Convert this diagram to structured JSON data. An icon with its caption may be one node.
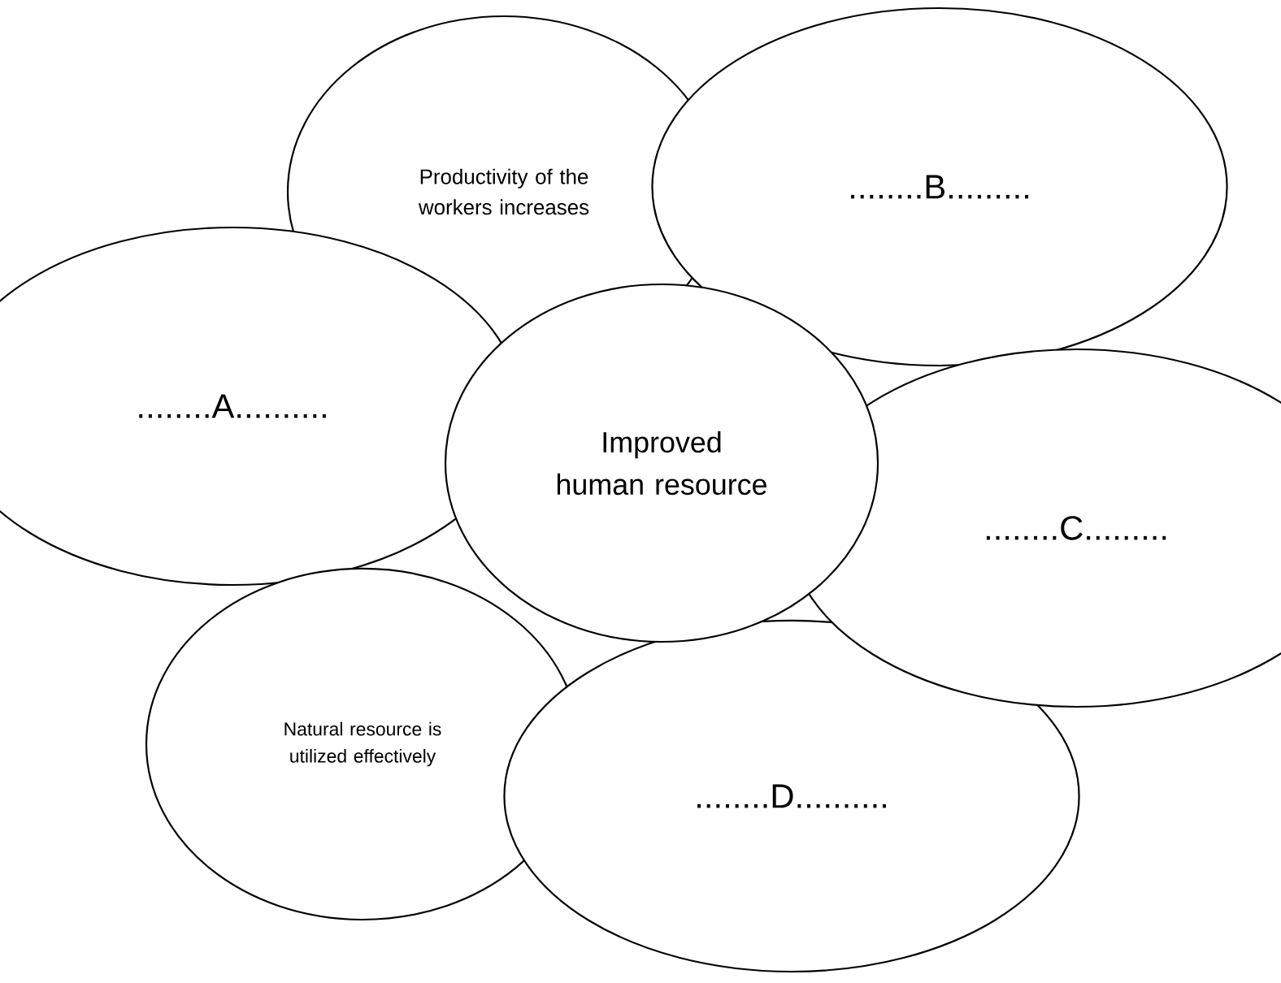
{
  "diagram": {
    "nodes": [
      {
        "text": [
          "Productivity of the workers increases"
        ]
      },
      {
        "text": [
          "........B........."
        ]
      },
      {
        "text": [
          "........A.........."
        ]
      },
      {
        "text": [
          "Improved human resource"
        ]
      },
      {
        "text": [
          "........C........."
        ]
      },
      {
        "text": [
          "Natural resource is utilized effectively"
        ]
      },
      {
        "text": [
          "........D.........."
        ]
      }
    ]
  }
}
